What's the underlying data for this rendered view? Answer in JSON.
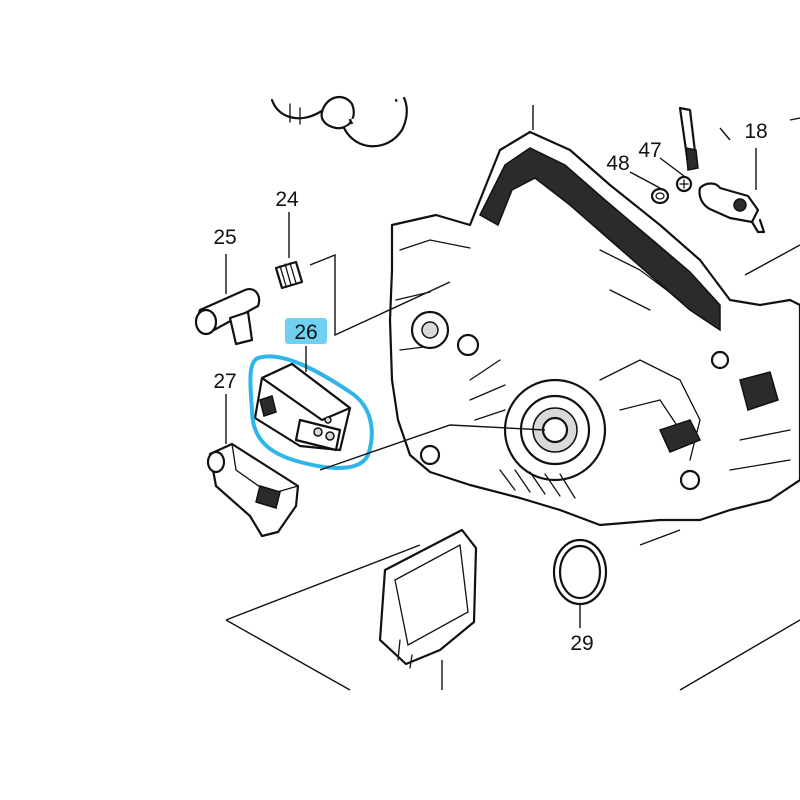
{
  "callouts": [
    {
      "id": "p18",
      "label": "18"
    },
    {
      "id": "p24",
      "label": "24"
    },
    {
      "id": "p25",
      "label": "25"
    },
    {
      "id": "p26",
      "label": "26"
    },
    {
      "id": "p27",
      "label": "27"
    },
    {
      "id": "p29",
      "label": "29"
    },
    {
      "id": "p47",
      "label": "47"
    },
    {
      "id": "p48",
      "label": "48"
    }
  ],
  "highlight": {
    "part": "26",
    "color": "#2fb6e8",
    "badge_color": "#6fd0f0"
  }
}
